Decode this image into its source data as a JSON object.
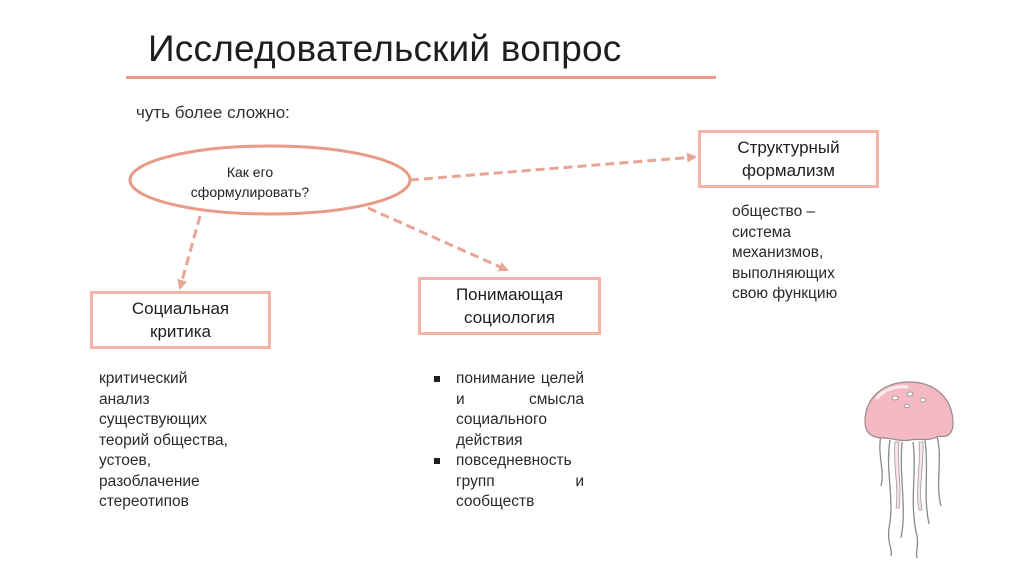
{
  "header": {
    "title": "Исследовательский вопрос",
    "subtitle": "чуть более сложно:"
  },
  "diagram": {
    "center": "Как его\nсформулировать?",
    "nodes": {
      "structural": {
        "label": "Структурный\nформализм",
        "description": "общество –\nсистема\nмеханизмов,\nвыполняющих\nсвою функцию"
      },
      "critique": {
        "label": "Социальная\nкритика",
        "description": "критический\nанализ\nсуществующих\nтеорий общества,\nустоев,\nразоблачение\nстереотипов"
      },
      "understanding": {
        "label": "Понимающая\nсоциология",
        "bullets": [
          "понимание целей и смысла социального действия",
          "повседневность групп и сообществ"
        ]
      }
    },
    "colors": {
      "accent": "#e79a86",
      "box_border": "#f2b5a7",
      "arrow": "#e8a495",
      "jellyfish": "#f4b9c2"
    },
    "icons": [
      "jellyfish-icon"
    ]
  }
}
